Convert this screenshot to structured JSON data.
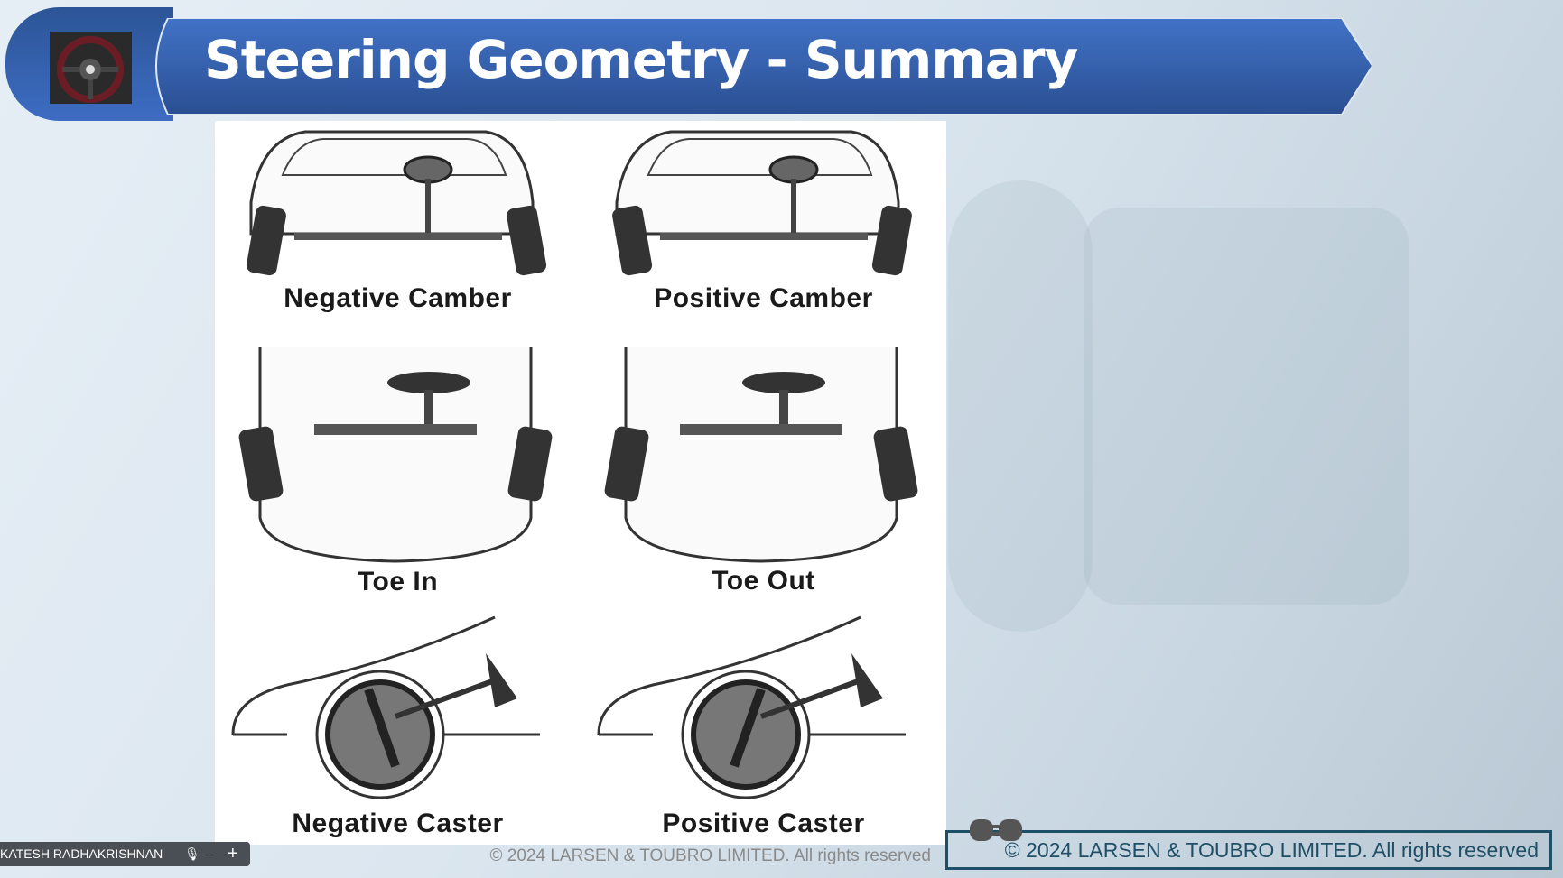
{
  "slide": {
    "title": "Steering Geometry - Summary",
    "diagrams": [
      {
        "label": "Negative Camber"
      },
      {
        "label": "Positive Camber"
      },
      {
        "label": "Toe In"
      },
      {
        "label": "Toe Out"
      },
      {
        "label": "Negative Caster"
      },
      {
        "label": "Positive Caster"
      }
    ],
    "footer_watermark": "© 2024 LARSEN & TOUBRO LIMITED. All rights reserved",
    "footer_box": "© 2024 LARSEN & TOUBRO LIMITED. All rights reserved"
  },
  "presenter": {
    "name": "KATESH RADHAKRISHNAN",
    "mic_icon": "microphone-icon",
    "add_icon": "plus-icon"
  },
  "colors": {
    "banner": "#3b68bd",
    "footer": "#1f4f66"
  }
}
